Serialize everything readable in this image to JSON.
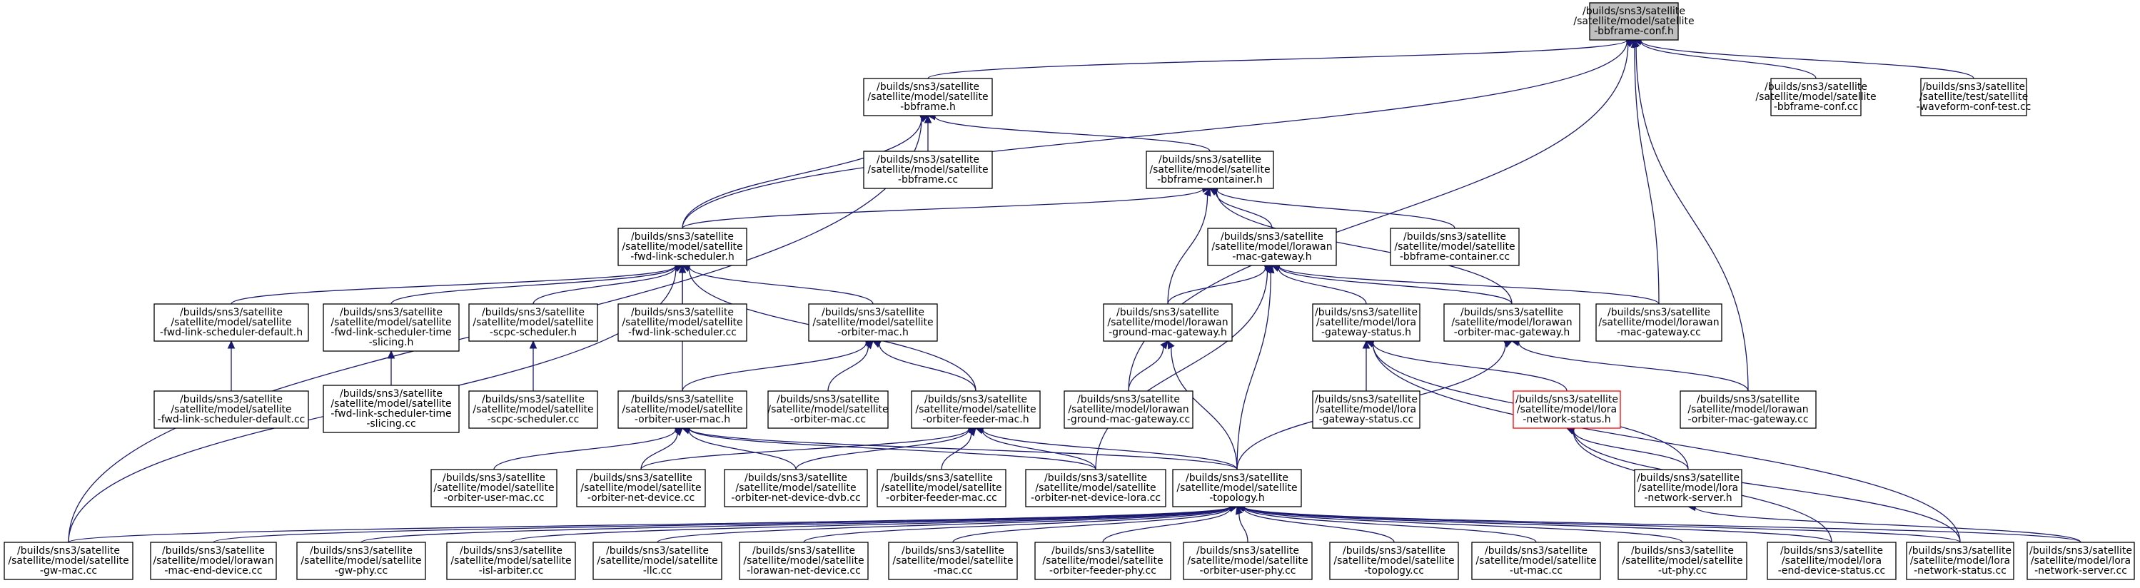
{
  "colors": {
    "edge": "#191970",
    "root_fill": "#bfbfbf",
    "highlight_border": "#ff0000",
    "node_fill": "#ffffff"
  },
  "nodes": [
    {
      "id": "conf_h",
      "lines": [
        "/builds/sns3/satellite",
        "/satellite/model/satellite",
        "-bbframe-conf.h"
      ],
      "style": "root"
    },
    {
      "id": "conf_cc",
      "lines": [
        "/builds/sns3/satellite",
        "/satellite/model/satellite",
        "-bbframe-conf.cc"
      ]
    },
    {
      "id": "wave_test",
      "lines": [
        "/builds/sns3/satellite",
        "/satellite/test/satellite",
        "-waveform-conf-test.cc"
      ]
    },
    {
      "id": "bbframe_h",
      "lines": [
        "/builds/sns3/satellite",
        "/satellite/model/satellite",
        "-bbframe.h"
      ]
    },
    {
      "id": "bbframe_cc",
      "lines": [
        "/builds/sns3/satellite",
        "/satellite/model/satellite",
        "-bbframe.cc"
      ]
    },
    {
      "id": "container_h",
      "lines": [
        "/builds/sns3/satellite",
        "/satellite/model/satellite",
        "-bbframe-container.h"
      ]
    },
    {
      "id": "container_cc",
      "lines": [
        "/builds/sns3/satellite",
        "/satellite/model/satellite",
        "-bbframe-container.cc"
      ]
    },
    {
      "id": "fls_h",
      "lines": [
        "/builds/sns3/satellite",
        "/satellite/model/satellite",
        "-fwd-link-scheduler.h"
      ]
    },
    {
      "id": "lmg_h",
      "lines": [
        "/builds/sns3/satellite",
        "/satellite/model/lorawan",
        "-mac-gateway.h"
      ]
    },
    {
      "id": "flsd_h",
      "lines": [
        "/builds/sns3/satellite",
        "/satellite/model/satellite",
        "-fwd-link-scheduler-default.h"
      ]
    },
    {
      "id": "flst_h",
      "lines": [
        "/builds/sns3/satellite",
        "/satellite/model/satellite",
        "-fwd-link-scheduler-time",
        "-slicing.h"
      ]
    },
    {
      "id": "scpc_h",
      "lines": [
        "/builds/sns3/satellite",
        "/satellite/model/satellite",
        "-scpc-scheduler.h"
      ]
    },
    {
      "id": "fls_cc",
      "lines": [
        "/builds/sns3/satellite",
        "/satellite/model/satellite",
        "-fwd-link-scheduler.cc"
      ]
    },
    {
      "id": "om_h",
      "lines": [
        "/builds/sns3/satellite",
        "/satellite/model/satellite",
        "-orbiter-mac.h"
      ]
    },
    {
      "id": "lgmg_h",
      "lines": [
        "/builds/sns3/satellite",
        "/satellite/model/lorawan",
        "-ground-mac-gateway.h"
      ]
    },
    {
      "id": "lgs_h",
      "lines": [
        "/builds/sns3/satellite",
        "/satellite/model/lora",
        "-gateway-status.h"
      ]
    },
    {
      "id": "lomg_h",
      "lines": [
        "/builds/sns3/satellite",
        "/satellite/model/lorawan",
        "-orbiter-mac-gateway.h"
      ]
    },
    {
      "id": "lmg_cc",
      "lines": [
        "/builds/sns3/satellite",
        "/satellite/model/lorawan",
        "-mac-gateway.cc"
      ]
    },
    {
      "id": "flsd_cc",
      "lines": [
        "/builds/sns3/satellite",
        "/satellite/model/satellite",
        "-fwd-link-scheduler-default.cc"
      ]
    },
    {
      "id": "flst_cc",
      "lines": [
        "/builds/sns3/satellite",
        "/satellite/model/satellite",
        "-fwd-link-scheduler-time",
        "-slicing.cc"
      ]
    },
    {
      "id": "scpc_cc",
      "lines": [
        "/builds/sns3/satellite",
        "/satellite/model/satellite",
        "-scpc-scheduler.cc"
      ]
    },
    {
      "id": "oum_h",
      "lines": [
        "/builds/sns3/satellite",
        "/satellite/model/satellite",
        "-orbiter-user-mac.h"
      ]
    },
    {
      "id": "om_cc",
      "lines": [
        "/builds/sns3/satellite",
        "/satellite/model/satellite",
        "-orbiter-mac.cc"
      ]
    },
    {
      "id": "ofm_h",
      "lines": [
        "/builds/sns3/satellite",
        "/satellite/model/satellite",
        "-orbiter-feeder-mac.h"
      ]
    },
    {
      "id": "lgmg_cc",
      "lines": [
        "/builds/sns3/satellite",
        "/satellite/model/lorawan",
        "-ground-mac-gateway.cc"
      ]
    },
    {
      "id": "lgs_cc",
      "lines": [
        "/builds/sns3/satellite",
        "/satellite/model/lora",
        "-gateway-status.cc"
      ]
    },
    {
      "id": "lns_h",
      "lines": [
        "/builds/sns3/satellite",
        "/satellite/model/lora",
        "-network-status.h"
      ],
      "style": "highlight"
    },
    {
      "id": "lomg_cc",
      "lines": [
        "/builds/sns3/satellite",
        "/satellite/model/lorawan",
        "-orbiter-mac-gateway.cc"
      ]
    },
    {
      "id": "oum_cc",
      "lines": [
        "/builds/sns3/satellite",
        "/satellite/model/satellite",
        "-orbiter-user-mac.cc"
      ]
    },
    {
      "id": "ond_cc",
      "lines": [
        "/builds/sns3/satellite",
        "/satellite/model/satellite",
        "-orbiter-net-device.cc"
      ]
    },
    {
      "id": "onddvb_cc",
      "lines": [
        "/builds/sns3/satellite",
        "/satellite/model/satellite",
        "-orbiter-net-device-dvb.cc"
      ]
    },
    {
      "id": "ofm_cc",
      "lines": [
        "/builds/sns3/satellite",
        "/satellite/model/satellite",
        "-orbiter-feeder-mac.cc"
      ]
    },
    {
      "id": "ondlora_cc",
      "lines": [
        "/builds/sns3/satellite",
        "/satellite/model/satellite",
        "-orbiter-net-device-lora.cc"
      ]
    },
    {
      "id": "topo_h",
      "lines": [
        "/builds/sns3/satellite",
        "/satellite/model/satellite",
        "-topology.h"
      ]
    },
    {
      "id": "lnsrv_h",
      "lines": [
        "/builds/sns3/satellite",
        "/satellite/model/lora",
        "-network-server.h"
      ]
    },
    {
      "id": "gwmac_cc",
      "lines": [
        "/builds/sns3/satellite",
        "/satellite/model/satellite",
        "-gw-mac.cc"
      ]
    },
    {
      "id": "lmed_cc",
      "lines": [
        "/builds/sns3/satellite",
        "/satellite/model/lorawan",
        "-mac-end-device.cc"
      ]
    },
    {
      "id": "gwphy_cc",
      "lines": [
        "/builds/sns3/satellite",
        "/satellite/model/satellite",
        "-gw-phy.cc"
      ]
    },
    {
      "id": "isl_cc",
      "lines": [
        "/builds/sns3/satellite",
        "/satellite/model/satellite",
        "-isl-arbiter.cc"
      ]
    },
    {
      "id": "llc_cc",
      "lines": [
        "/builds/sns3/satellite",
        "/satellite/model/satellite",
        "-llc.cc"
      ]
    },
    {
      "id": "lnd_cc",
      "lines": [
        "/builds/sns3/satellite",
        "/satellite/model/satellite",
        "-lorawan-net-device.cc"
      ]
    },
    {
      "id": "mac_cc",
      "lines": [
        "/builds/sns3/satellite",
        "/satellite/model/satellite",
        "-mac.cc"
      ]
    },
    {
      "id": "ofp_cc",
      "lines": [
        "/builds/sns3/satellite",
        "/satellite/model/satellite",
        "-orbiter-feeder-phy.cc"
      ]
    },
    {
      "id": "oup_cc",
      "lines": [
        "/builds/sns3/satellite",
        "/satellite/model/satellite",
        "-orbiter-user-phy.cc"
      ]
    },
    {
      "id": "topo_cc",
      "lines": [
        "/builds/sns3/satellite",
        "/satellite/model/satellite",
        "-topology.cc"
      ]
    },
    {
      "id": "utmac_cc",
      "lines": [
        "/builds/sns3/satellite",
        "/satellite/model/satellite",
        "-ut-mac.cc"
      ]
    },
    {
      "id": "utphy_cc",
      "lines": [
        "/builds/sns3/satellite",
        "/satellite/model/satellite",
        "-ut-phy.cc"
      ]
    },
    {
      "id": "leds_cc",
      "lines": [
        "/builds/sns3/satellite",
        "/satellite/model/lora",
        "-end-device-status.cc"
      ]
    },
    {
      "id": "lns_cc",
      "lines": [
        "/builds/sns3/satellite",
        "/satellite/model/lora",
        "-network-status.cc"
      ]
    },
    {
      "id": "lnsrv_cc",
      "lines": [
        "/builds/sns3/satellite",
        "/satellite/model/lora",
        "-network-server.cc"
      ]
    }
  ],
  "edges": [
    [
      "conf_cc",
      "conf_h"
    ],
    [
      "wave_test",
      "conf_h"
    ],
    [
      "bbframe_h",
      "conf_h"
    ],
    [
      "fls_h",
      "conf_h"
    ],
    [
      "lgmg_cc",
      "conf_h"
    ],
    [
      "lmg_cc",
      "conf_h"
    ],
    [
      "lomg_cc",
      "conf_h"
    ],
    [
      "bbframe_cc",
      "bbframe_h"
    ],
    [
      "container_h",
      "bbframe_h"
    ],
    [
      "fls_h",
      "bbframe_h"
    ],
    [
      "gwmac_cc",
      "bbframe_h"
    ],
    [
      "fls_h",
      "container_h"
    ],
    [
      "container_cc",
      "container_h"
    ],
    [
      "lmg_h",
      "container_h"
    ],
    [
      "lgmg_h",
      "container_h"
    ],
    [
      "lomg_h",
      "container_h"
    ],
    [
      "flsd_h",
      "fls_h"
    ],
    [
      "flst_h",
      "fls_h"
    ],
    [
      "scpc_h",
      "fls_h"
    ],
    [
      "fls_cc",
      "fls_h"
    ],
    [
      "om_h",
      "fls_h"
    ],
    [
      "oum_h",
      "fls_h"
    ],
    [
      "ofm_h",
      "fls_h"
    ],
    [
      "gwmac_cc",
      "fls_h"
    ],
    [
      "flsd_cc",
      "flsd_h"
    ],
    [
      "flst_cc",
      "flst_h"
    ],
    [
      "scpc_cc",
      "scpc_h"
    ],
    [
      "oum_h",
      "om_h"
    ],
    [
      "om_cc",
      "om_h"
    ],
    [
      "ofm_h",
      "om_h"
    ],
    [
      "lgmg_h",
      "lmg_h"
    ],
    [
      "lgs_h",
      "lmg_h"
    ],
    [
      "lomg_h",
      "lmg_h"
    ],
    [
      "lmg_cc",
      "lmg_h"
    ],
    [
      "topo_h",
      "lmg_h"
    ],
    [
      "ondlora_cc",
      "lmg_h"
    ],
    [
      "lgmg_cc",
      "lgmg_h"
    ],
    [
      "topo_h",
      "lgmg_h"
    ],
    [
      "lgs_cc",
      "lgs_h"
    ],
    [
      "lns_h",
      "lgs_h"
    ],
    [
      "lnsrv_h",
      "lgs_h"
    ],
    [
      "lns_cc",
      "lgs_h"
    ],
    [
      "lomg_cc",
      "lomg_h"
    ],
    [
      "topo_h",
      "lomg_h"
    ],
    [
      "oum_cc",
      "oum_h"
    ],
    [
      "ond_cc",
      "oum_h"
    ],
    [
      "onddvb_cc",
      "oum_h"
    ],
    [
      "ondlora_cc",
      "oum_h"
    ],
    [
      "topo_h",
      "oum_h"
    ],
    [
      "ofm_cc",
      "ofm_h"
    ],
    [
      "ond_cc",
      "ofm_h"
    ],
    [
      "onddvb_cc",
      "ofm_h"
    ],
    [
      "ondlora_cc",
      "ofm_h"
    ],
    [
      "topo_h",
      "ofm_h"
    ],
    [
      "lnsrv_h",
      "lns_h"
    ],
    [
      "leds_cc",
      "lns_h"
    ],
    [
      "lns_cc",
      "lns_h"
    ],
    [
      "lnsrv_cc",
      "lnsrv_h"
    ],
    [
      "gwmac_cc",
      "topo_h"
    ],
    [
      "lmed_cc",
      "topo_h"
    ],
    [
      "gwphy_cc",
      "topo_h"
    ],
    [
      "isl_cc",
      "topo_h"
    ],
    [
      "llc_cc",
      "topo_h"
    ],
    [
      "lnd_cc",
      "topo_h"
    ],
    [
      "mac_cc",
      "topo_h"
    ],
    [
      "ofp_cc",
      "topo_h"
    ],
    [
      "oup_cc",
      "topo_h"
    ],
    [
      "topo_cc",
      "topo_h"
    ],
    [
      "utmac_cc",
      "topo_h"
    ],
    [
      "utphy_cc",
      "topo_h"
    ],
    [
      "leds_cc",
      "topo_h"
    ],
    [
      "lns_cc",
      "topo_h"
    ],
    [
      "lnsrv_cc",
      "topo_h"
    ]
  ]
}
